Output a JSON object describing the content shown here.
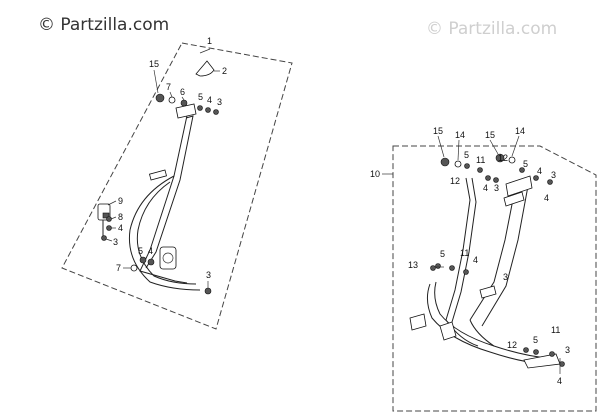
{
  "watermarks": {
    "left": "© Partzilla.com",
    "right": "© Partzilla.com"
  },
  "assembly_left": {
    "group_label": "1",
    "callouts": {
      "c15": "15",
      "c2": "2",
      "c7a": "7",
      "c6": "6",
      "c5a": "5",
      "c4a": "4",
      "c3a": "3",
      "c9": "9",
      "c8": "8",
      "c4b": "4",
      "c3b": "3",
      "c5b": "5",
      "c4c": "4",
      "c7b": "7",
      "c3c": "3"
    }
  },
  "assembly_right": {
    "group_label": "10",
    "callouts": {
      "c15a": "15",
      "c14a": "14",
      "c15b": "15",
      "c14b": "14",
      "c5a": "5",
      "c12a": "12",
      "c11a": "11",
      "c5b": "5",
      "c4a": "4",
      "c3a": "3",
      "c12b": "12",
      "c4b": "4",
      "c3b": "3",
      "c4c": "4",
      "c5c": "5",
      "c13": "13",
      "c11b": "11",
      "c4d": "4",
      "c3c": "3",
      "c5d": "5",
      "c11c": "11",
      "c12c": "12",
      "c3d": "3",
      "c4e": "4"
    }
  },
  "colors": {
    "watermark": "#b8b8b8",
    "line": "#222222"
  }
}
